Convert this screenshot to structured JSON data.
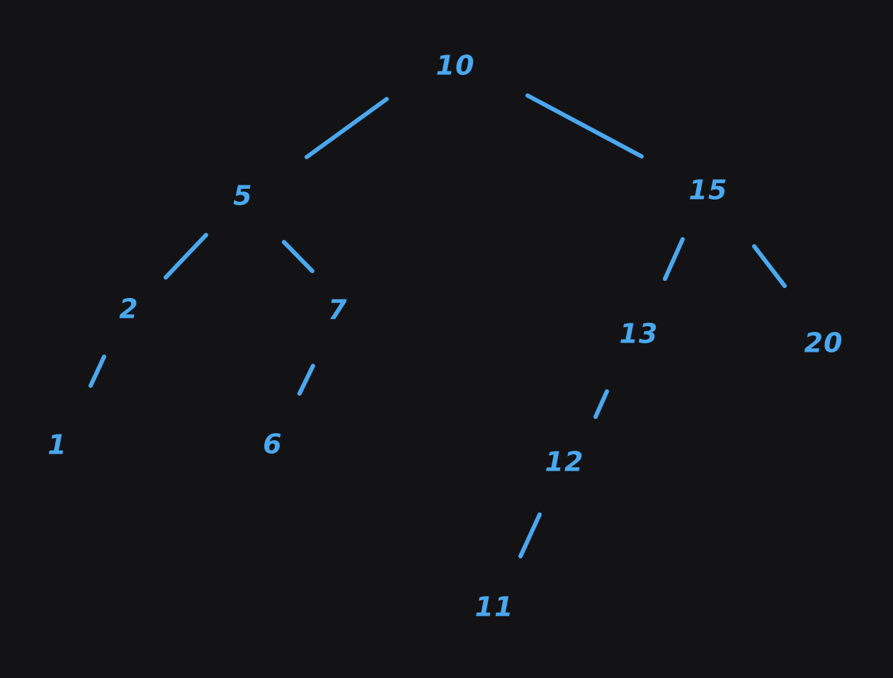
{
  "diagram": {
    "type": "binary-search-tree",
    "background_color": "#131316",
    "ink_color": "#4aa8f0",
    "nodes": [
      {
        "id": "n10",
        "label": "10"
      },
      {
        "id": "n5",
        "label": "5"
      },
      {
        "id": "n15",
        "label": "15"
      },
      {
        "id": "n2",
        "label": "2"
      },
      {
        "id": "n7",
        "label": "7"
      },
      {
        "id": "n13",
        "label": "13"
      },
      {
        "id": "n20",
        "label": "20"
      },
      {
        "id": "n1",
        "label": "1"
      },
      {
        "id": "n6",
        "label": "6"
      },
      {
        "id": "n12",
        "label": "12"
      },
      {
        "id": "n11",
        "label": "11"
      }
    ],
    "edges": [
      {
        "from": "n10",
        "to": "n5"
      },
      {
        "from": "n10",
        "to": "n15"
      },
      {
        "from": "n5",
        "to": "n2"
      },
      {
        "from": "n5",
        "to": "n7"
      },
      {
        "from": "n15",
        "to": "n13"
      },
      {
        "from": "n15",
        "to": "n20"
      },
      {
        "from": "n2",
        "to": "n1"
      },
      {
        "from": "n7",
        "to": "n6"
      },
      {
        "from": "n13",
        "to": "n12"
      },
      {
        "from": "n12",
        "to": "n11"
      }
    ]
  }
}
